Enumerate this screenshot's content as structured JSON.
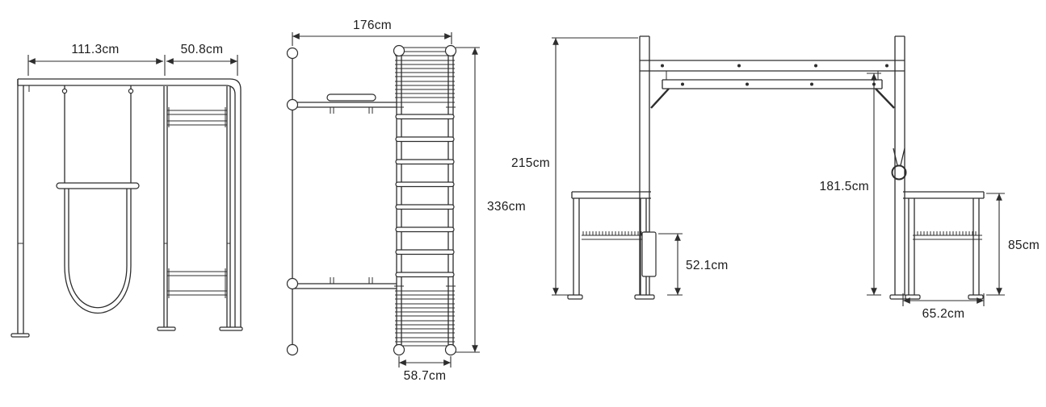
{
  "meta": {
    "background_color": "#ffffff",
    "line_color": "#2d2d2d",
    "label_color": "#1c1c1c"
  },
  "views": {
    "front": {
      "dims": {
        "swing_section_width": "111.3cm",
        "bench_section_width": "50.8cm"
      }
    },
    "top": {
      "dims": {
        "frame_width": "176cm",
        "frame_length": "336cm",
        "ladder_width": "58.7cm"
      }
    },
    "side": {
      "dims": {
        "frame_height": "215cm",
        "bar_clearance_height": "181.5cm",
        "seat_height": "52.1cm",
        "bench_height": "85cm",
        "bench_width": "65.2cm"
      }
    }
  }
}
